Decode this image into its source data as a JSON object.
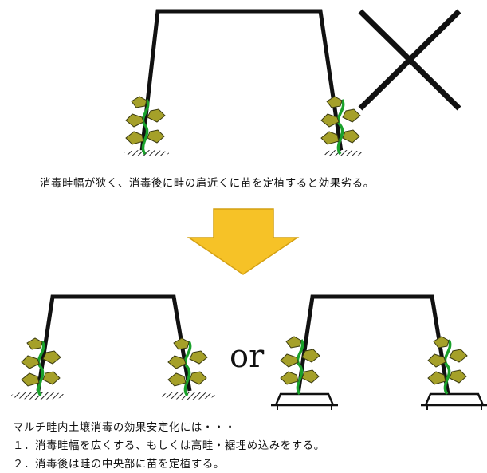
{
  "top_caption": "消毒畦幅が狭く、消毒後に畦の肩近くに苗を定植すると効果劣る。",
  "or_label": "or",
  "summary": {
    "heading": "マルチ畦内土壌消毒の効果安定化には・・・",
    "items": [
      "１．消毒畦幅を広くする、もしくは高畦・裾埋め込みをする。",
      "２．消毒後は畦の中央部に苗を定植する。"
    ]
  },
  "colors": {
    "tunnel": "#111111",
    "vine": "#1aa12b",
    "leaf_fill": "#a5a029",
    "leaf_stroke": "#3a3a10",
    "arrow_fill": "#f6c227",
    "arrow_stroke": "#d4a012",
    "cross": "#111111"
  },
  "icons": {
    "wrong_mark": "cross-icon",
    "flow_arrow": "arrow-down-icon",
    "plant": "plant-icon"
  }
}
